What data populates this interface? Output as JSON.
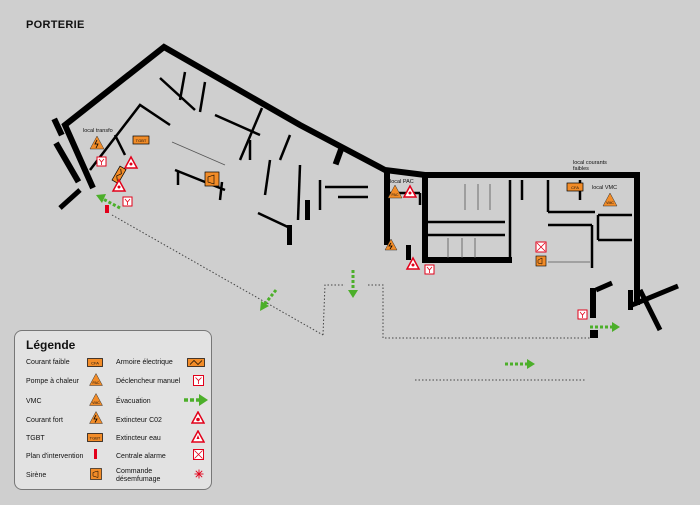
{
  "title": "PORTERIE",
  "rooms": {
    "transfo": "local transfo",
    "pac": "local PAC",
    "courants_faibles": "local courants\nfaibles",
    "vmc": "local VMC"
  },
  "symbol_codes": {
    "cfa": "CFA",
    "tgbt": "TGBT",
    "vmc": "VMC",
    "pac": "PAC"
  },
  "legend": {
    "title": "Légende",
    "items": [
      {
        "label": "Courant faible",
        "icon": "orange-box-cfa"
      },
      {
        "label": "Armoire électrique",
        "icon": "orange-box-zigzag"
      },
      {
        "label": "Pompe à chaleur",
        "icon": "orange-triangle-pac"
      },
      {
        "label": "Déclencheur manuel",
        "icon": "red-y-box"
      },
      {
        "label": "VMC",
        "icon": "orange-triangle-vmc"
      },
      {
        "label": "Évacuation",
        "icon": "green-dashed-arrow"
      },
      {
        "label": "Courant fort",
        "icon": "orange-triangle-bolt"
      },
      {
        "label": "Extincteur C02",
        "icon": "red-triangle-co2"
      },
      {
        "label": "TGBT",
        "icon": "orange-box-tgbt"
      },
      {
        "label": "Extincteur eau",
        "icon": "red-triangle-water"
      },
      {
        "label": "Plan d'intervention",
        "icon": "red-bar"
      },
      {
        "label": "Centrale alarme",
        "icon": "red-x-box"
      },
      {
        "label": "Sirène",
        "icon": "orange-siren-box"
      },
      {
        "label": "Commande\ndésemfumage",
        "icon": "red-asterisk"
      }
    ]
  },
  "colors": {
    "background": "#cfcfcf",
    "wall": "#000000",
    "orange": "#f28c28",
    "red": "#e2001a",
    "green": "#4caf2a"
  }
}
